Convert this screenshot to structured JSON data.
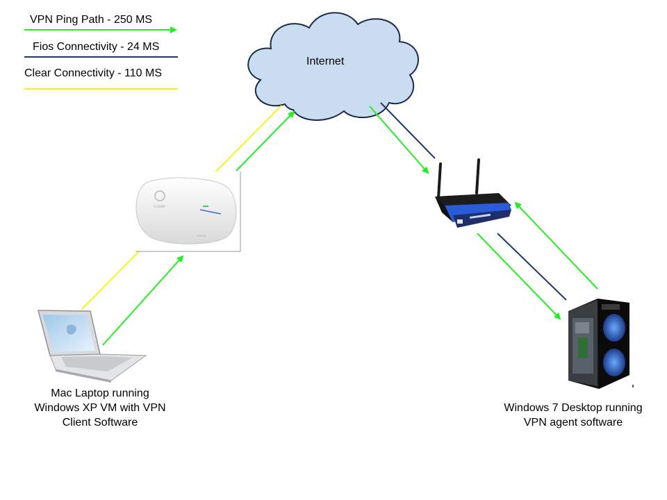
{
  "legend": [
    {
      "label": "VPN Ping Path - 250 MS",
      "color": "#22ee22"
    },
    {
      "label": "Fios Connectivity - 24 MS",
      "color": "#1a3a6e"
    },
    {
      "label": "Clear Connectivity - 110 MS",
      "color": "#f5f51e"
    }
  ],
  "nodes": {
    "internet": {
      "label": "Internet"
    },
    "laptop": {
      "label_lines": [
        "Mac Laptop running",
        "Windows XP VM with VPN",
        "Client Software"
      ]
    },
    "desktop": {
      "label_lines": [
        "Windows 7 Desktop running",
        "VPN agent software"
      ]
    },
    "modem": {
      "brand": "CLEAR"
    }
  },
  "colors": {
    "vpn": "#22ee22",
    "fios": "#1a3a6e",
    "clear": "#f5f51e",
    "cloud_fill": "#c9dcf0",
    "cloud_stroke": "#1c2a4a"
  }
}
